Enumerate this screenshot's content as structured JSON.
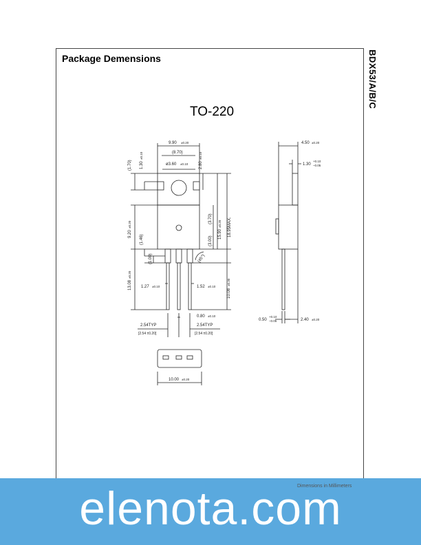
{
  "heading": "Package Demensions",
  "part_number": "BDX53/A/B/C",
  "package_name": "TO-220",
  "dims": {
    "top_width": "9.90",
    "top_width_tol": "±0.20",
    "inner_width": "(8.70)",
    "hole_dia": "ø3.60",
    "hole_tol": "±0.10",
    "left_170": "(1.70)",
    "left_130": "1.30",
    "left_130_tol": "±0.10",
    "right_280": "2.80",
    "right_280_tol": "±0.10",
    "left_920": "9.20",
    "left_920_tol": "±0.20",
    "left_146": "(1.46)",
    "left_100": "(1.00)",
    "left_1308": "13.08",
    "left_1308_tol": "±0.20",
    "mid_370": "(3.70)",
    "mid_300": "(3.00)",
    "mid_1590": "15.90",
    "mid_1590_tol": "±0.20",
    "max_1895": "18.95MAX.",
    "angle": "(45°)",
    "lead_127": "1.27",
    "lead_127_tol": "±0.10",
    "lead_152": "1.52",
    "lead_152_tol": "±0.10",
    "right_1008": "10.08",
    "right_1008_tol": "±0.30",
    "lead_080": "0.80",
    "lead_080_tol": "±0.10",
    "pitch_left": "2.54TYP",
    "pitch_left_b": "[2.54 ±0.20]",
    "pitch_right": "2.54TYP",
    "pitch_right_b": "[2.54 ±0.20]",
    "bottom_1000": "10.00",
    "bottom_1000_tol": "±0.20",
    "side_450": "4.50",
    "side_450_tol": "±0.20",
    "side_130": "1.30",
    "side_130_plus": "+0.10",
    "side_130_minus": "–0.05",
    "side_050": "0.50",
    "side_050_plus": "+0.10",
    "side_050_minus": "–0.05",
    "side_240": "2.40",
    "side_240_tol": "±0.20"
  },
  "footer_note": "Dimensions in Millimeters",
  "watermark": "elenota.com",
  "colors": {
    "watermark_band": "#5aa9de",
    "line": "#222222"
  }
}
